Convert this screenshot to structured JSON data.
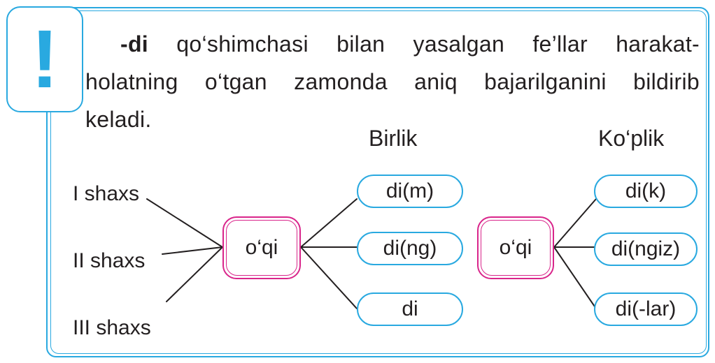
{
  "note": {
    "mark": "!",
    "rule_bold": "-di",
    "rule_line1": " qo‘shimchasi bilan yasalgan fe’llar harakat-",
    "rule_line2": "holatning  o‘tgan zamonda aniq bajarilganini bildirib",
    "rule_line3": "keladi."
  },
  "persons": [
    "I shaxs",
    "II shaxs",
    "III shaxs"
  ],
  "singular": {
    "title": "Birlik",
    "root": "o‘qi",
    "suffixes": [
      "di(m)",
      "di(ng)",
      "di"
    ]
  },
  "plural": {
    "title": "Ko‘plik",
    "root": "o‘qi",
    "suffixes": [
      "di(k)",
      "di(ngiz)",
      "di(-lar)"
    ]
  },
  "colors": {
    "frame": "#29a9e0",
    "root_border": "#d9258b",
    "text": "#231f20"
  }
}
